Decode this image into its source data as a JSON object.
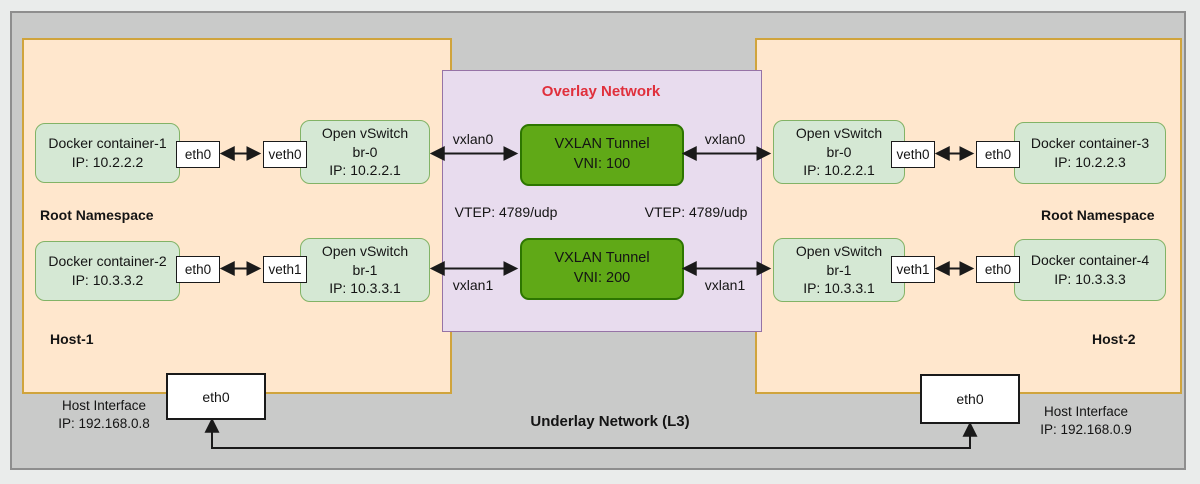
{
  "diagram": {
    "overlay": {
      "title": "Overlay Network",
      "vtep_left": "VTEP: 4789/udp",
      "vtep_right": "VTEP: 4789/udp",
      "tunnels": [
        {
          "name": "VXLAN Tunnel",
          "vni": "VNI: 100",
          "left_if": "vxlan0",
          "right_if": "vxlan0"
        },
        {
          "name": "VXLAN Tunnel",
          "vni": "VNI: 200",
          "left_if": "vxlan1",
          "right_if": "vxlan1"
        }
      ]
    },
    "hosts": [
      {
        "name": "Host-1",
        "namespace": "Root Namespace",
        "interface_label": "Host Interface",
        "interface_ip": "IP: 192.168.0.8",
        "interface_port": "eth0",
        "rows": [
          {
            "container_name": "Docker container-1",
            "container_ip": "IP: 10.2.2.2",
            "container_port": "eth0",
            "veth": "veth0",
            "switch_name": "Open vSwitch",
            "switch_bridge": "br-0",
            "switch_ip": "IP: 10.2.2.1"
          },
          {
            "container_name": "Docker container-2",
            "container_ip": "IP: 10.3.3.2",
            "container_port": "eth0",
            "veth": "veth1",
            "switch_name": "Open vSwitch",
            "switch_bridge": "br-1",
            "switch_ip": "IP: 10.3.3.1"
          }
        ]
      },
      {
        "name": "Host-2",
        "namespace": "Root Namespace",
        "interface_label": "Host Interface",
        "interface_ip": "IP: 192.168.0.9",
        "interface_port": "eth0",
        "rows": [
          {
            "container_name": "Docker container-3",
            "container_ip": "IP: 10.2.2.3",
            "container_port": "eth0",
            "veth": "veth0",
            "switch_name": "Open vSwitch",
            "switch_bridge": "br-0",
            "switch_ip": "IP: 10.2.2.1"
          },
          {
            "container_name": "Docker container-4",
            "container_ip": "IP: 10.3.3.3",
            "container_port": "eth0",
            "veth": "veth1",
            "switch_name": "Open vSwitch",
            "switch_bridge": "br-1",
            "switch_ip": "IP: 10.3.3.1"
          }
        ]
      }
    ],
    "underlay_label": "Underlay Network (L3)",
    "colors": {
      "canvas_bg": "#eaeceb",
      "panel_fill": "#c9cac9",
      "panel_border": "#8e8e8e",
      "host_fill": "#ffe7cd",
      "host_border": "#d0a43c",
      "overlay_fill": "#e8dcee",
      "overlay_border": "#9673a6",
      "tunnel_fill": "#60a917",
      "tunnel_border": "#2d7600",
      "node_fill": "#d5e8d4",
      "node_border": "#82b366",
      "overlay_title_red": "#e0303c",
      "wire_black": "#1a1a1a"
    }
  }
}
